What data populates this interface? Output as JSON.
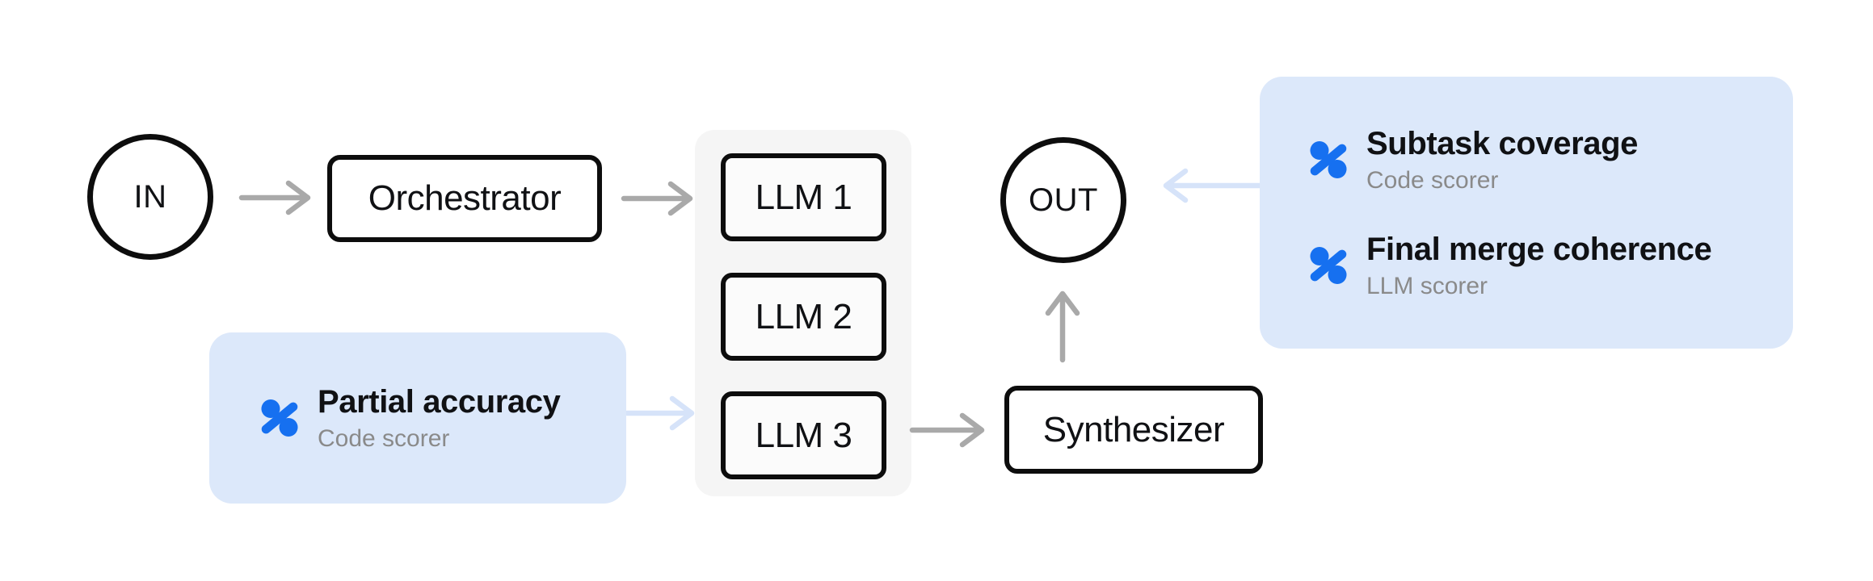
{
  "nodes": {
    "in": "IN",
    "orchestrator": "Orchestrator",
    "llm1": "LLM 1",
    "llm2": "LLM 2",
    "llm3": "LLM 3",
    "synthesizer": "Synthesizer",
    "out": "OUT"
  },
  "scorers": {
    "partial_accuracy": {
      "title": "Partial accuracy",
      "subtitle": "Code scorer"
    },
    "subtask_coverage": {
      "title": "Subtask coverage",
      "subtitle": "Code scorer"
    },
    "final_merge_coherence": {
      "title": "Final merge coherence",
      "subtitle": "LLM scorer"
    }
  },
  "colors": {
    "accent_blue": "#1670f0",
    "callout_bg": "#dce8fa",
    "arrow_blue": "#d6e3f9",
    "arrow_gray": "#a9a9a9",
    "node_border": "#0d0d0d",
    "text_primary": "#101114",
    "text_muted": "#8a8a8a",
    "group_bg": "#f5f5f5",
    "llm_box_bg": "#fbfbfb",
    "canvas_bg": "#ffffff"
  }
}
